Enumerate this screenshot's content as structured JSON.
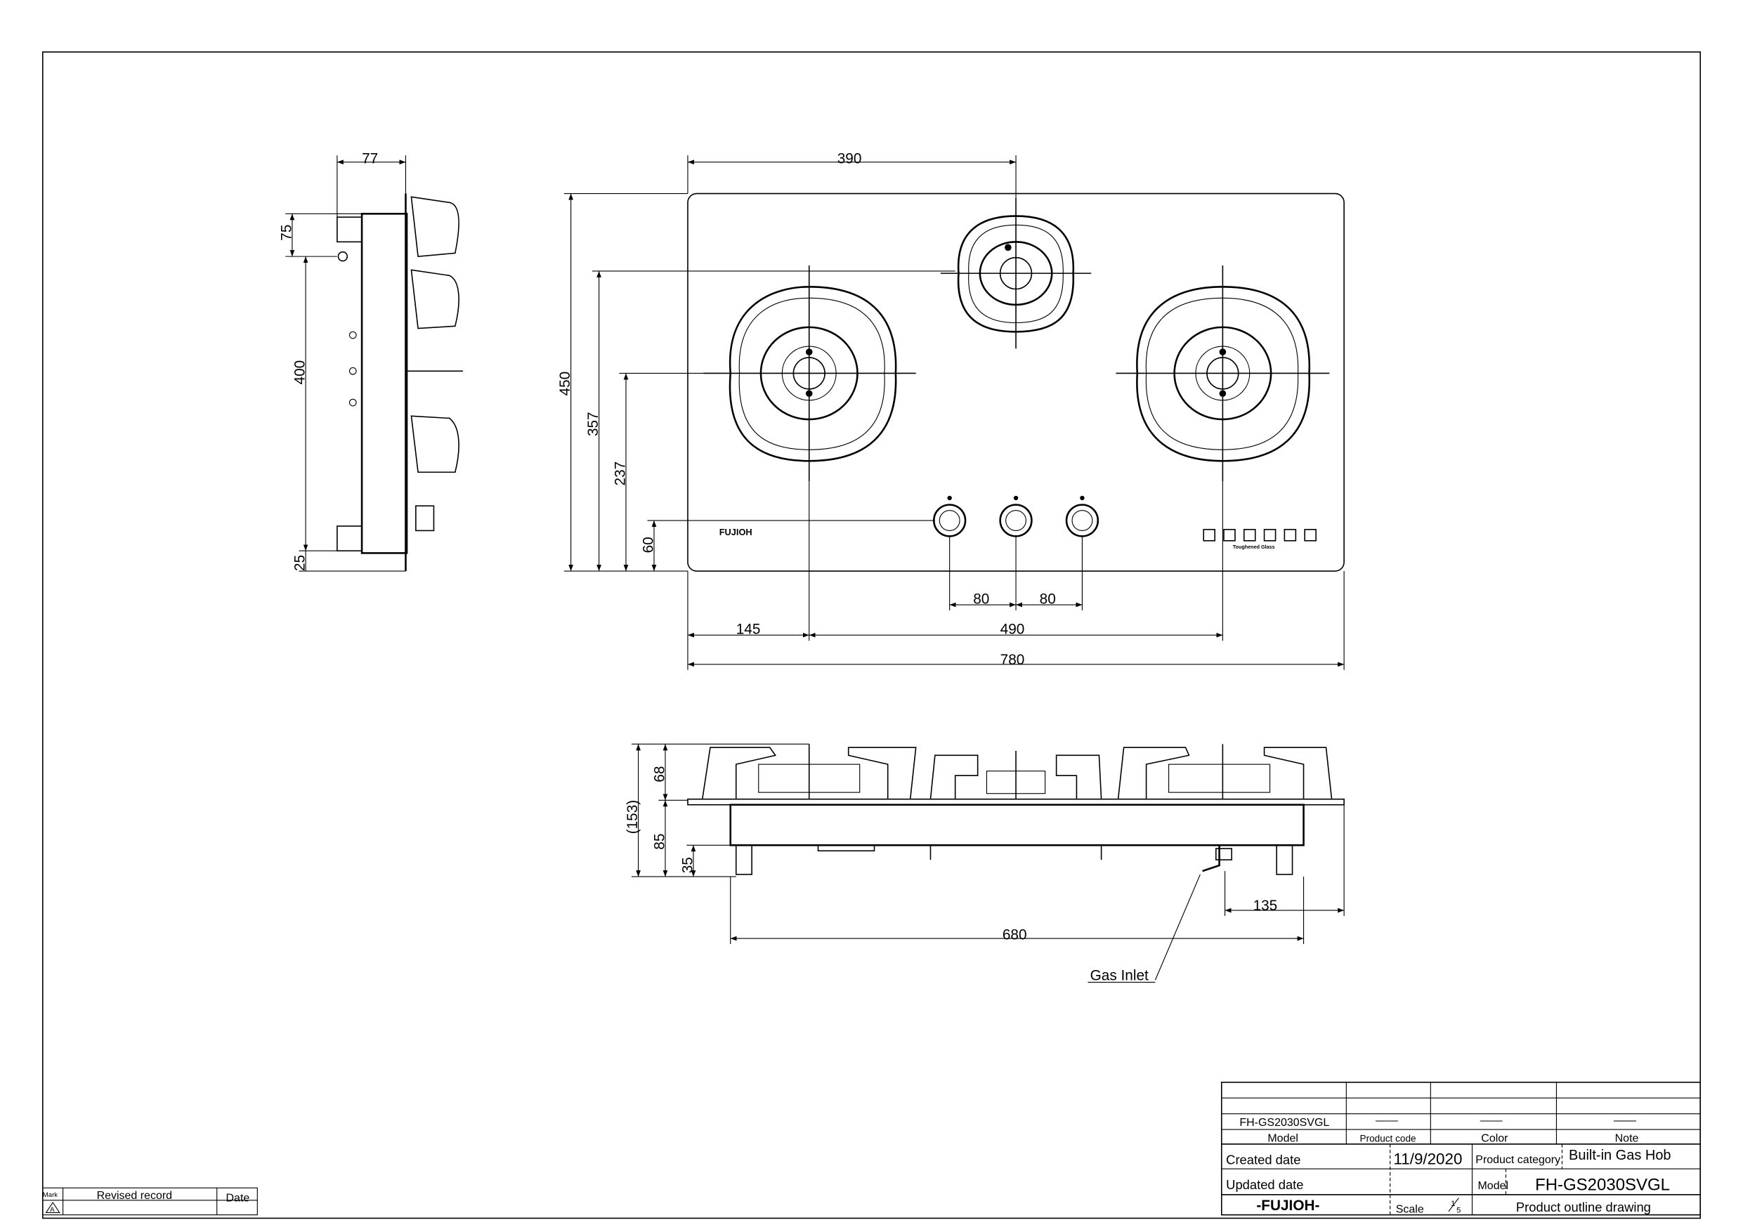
{
  "drawing": {
    "top_view_dims": {
      "width_390": "390",
      "width_780": "780",
      "offset_145": "145",
      "spacing_490": "490",
      "knob_80_a": "80",
      "knob_80_b": "80",
      "height_450": "450",
      "height_357": "357",
      "height_237": "237",
      "height_60": "60"
    },
    "side_view_dims": {
      "depth_77": "77",
      "d_75": "75",
      "d_400": "400",
      "d_25": "25"
    },
    "front_view_dims": {
      "total_153": "(153)",
      "grate_68": "68",
      "body_85": "85",
      "feet_35": "35",
      "base_680": "680",
      "inlet_135": "135"
    },
    "labels": {
      "gas_inlet": "Gas Inlet",
      "brand_on_panel": "FUJIOH",
      "toughened_glass": "Toughened Glass"
    }
  },
  "title_block": {
    "model_value": "FH-GS2030SVGL",
    "product_code_value": "——",
    "color_value": "——",
    "note_value": "——",
    "headers": {
      "model": "Model",
      "product_code": "Product code",
      "color": "Color",
      "note": "Note"
    },
    "created_label": "Created date",
    "created_value": "11/9/2020",
    "category_label": "Product category",
    "category_value": "Built-in Gas Hob",
    "updated_label": "Updated date",
    "model_label": "Model",
    "model_big": "FH-GS2030SVGL",
    "brand": "-FUJIOH-",
    "scale_label": "Scale",
    "scale_num": "1",
    "scale_den": "5",
    "drawing_title": "Product outline drawing"
  },
  "revision_block": {
    "mark": "Mark",
    "revised_record": "Revised record",
    "date": "Date",
    "symbol": "A"
  }
}
